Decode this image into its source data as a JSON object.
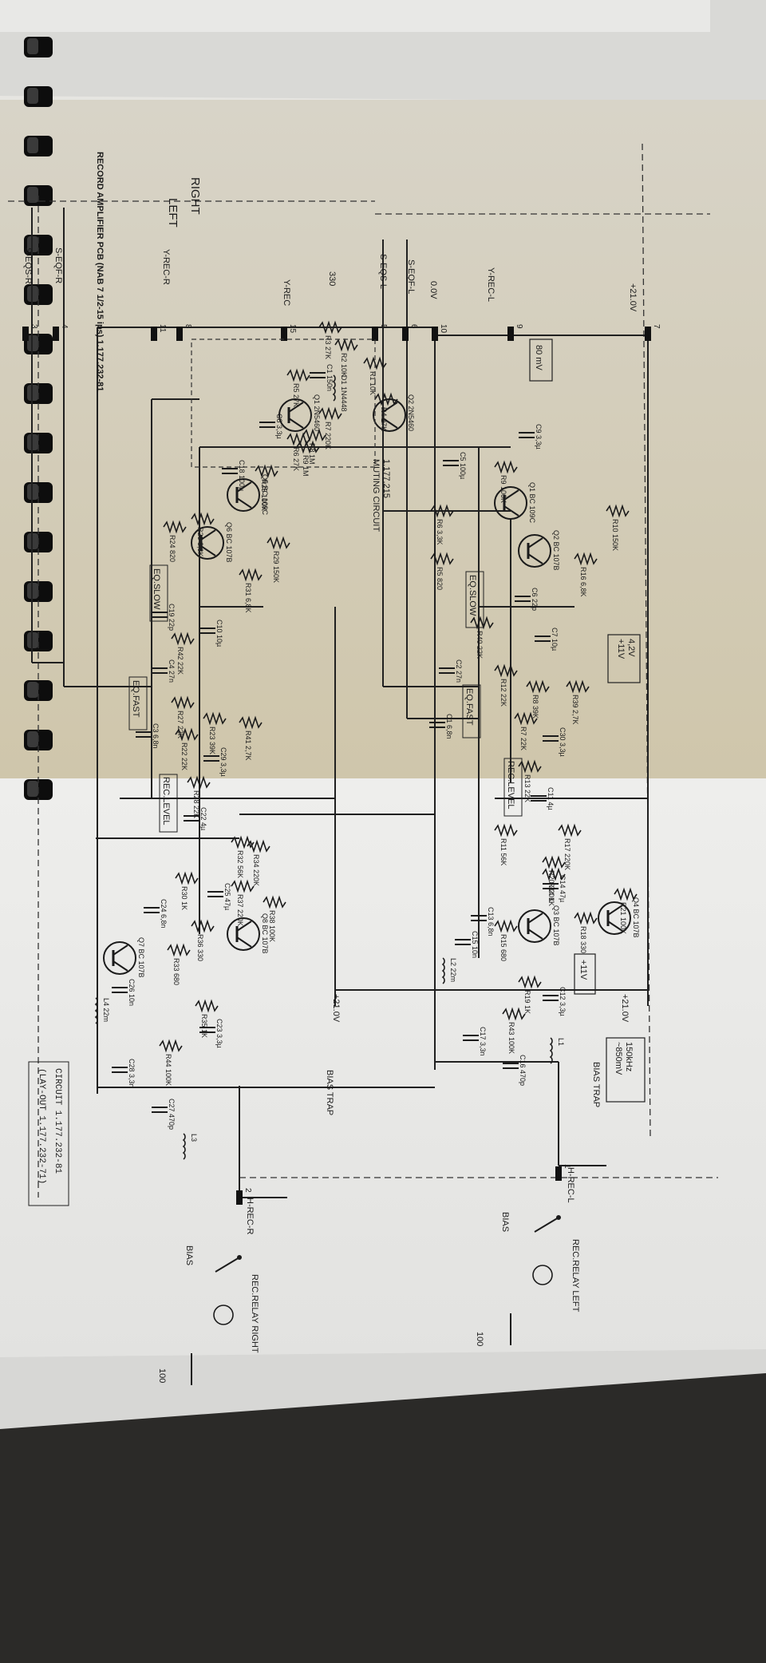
{
  "sheet": {
    "title": "RECORD AMPLIFIER PCB (NAB 7 1/2-15 ips) 1.177.232-81",
    "channel_left": "LEFT",
    "channel_right": "RIGHT"
  },
  "rails": {
    "plus21_top": "+21.0V",
    "plus21_right": "+21.0V",
    "plus21_lower": "+21.0V",
    "zero_v": "0.0V"
  },
  "inputs": {
    "y_rec_l": "Y-REC-L",
    "y_rec": "Y-REC",
    "y_rec_r": "Y-REC-R",
    "s_eqf_l": "S-EQF-L",
    "s_eqs_l": "S-EQS-L",
    "s_eqf_r": "S-EQF-R",
    "s_eqs_r": "S-EQS-R",
    "r330": "330"
  },
  "pins": [
    "7",
    "9",
    "10",
    "6",
    "5",
    "15",
    "8",
    "11",
    "4",
    "3",
    "1",
    "2"
  ],
  "annotations": {
    "level": "80 mV",
    "v_ref": "+11V\n4,2V",
    "v_11": "+11V",
    "bias_trap_freq": "~850mV\n150kHz",
    "bias_trap": "BIAS TRAP",
    "bias_trap_r": "BIAS TRAP",
    "muting": "MUTING CIRCUIT\n1.177.215",
    "eq_slow": "EQ.SLOW",
    "eq_fast": "EQ.FAST",
    "rec_level": "REC.LEVEL",
    "h_rec_l": "H-REC-L",
    "h_rec_r": "H-REC-R",
    "bias": "BIAS",
    "relay_left": "REC.RELAY LEFT",
    "relay_right": "REC.RELAY RIGHT",
    "r100": "100",
    "circuit_no": "CIRCUIT   1.177.232-81",
    "layout_no": "(LAY-OUT  1.177.232-71)"
  },
  "components_left": [
    {
      "ref": "R10",
      "val": "150K"
    },
    {
      "ref": "R16",
      "val": "6,8K"
    },
    {
      "ref": "C9",
      "val": "3,3µ"
    },
    {
      "ref": "R9",
      "val": "100K"
    },
    {
      "ref": "C5",
      "val": "100µ"
    },
    {
      "ref": "R6",
      "val": "3,3K"
    },
    {
      "ref": "R5",
      "val": "820"
    },
    {
      "ref": "Q1",
      "val": "BC 109C"
    },
    {
      "ref": "Q2",
      "val": "BC 107B"
    },
    {
      "ref": "C6",
      "val": "22p"
    },
    {
      "ref": "C7",
      "val": "10µ"
    },
    {
      "ref": "R40",
      "val": "22K"
    },
    {
      "ref": "C2",
      "val": "27n"
    },
    {
      "ref": "R12",
      "val": "22K"
    },
    {
      "ref": "R8",
      "val": "39K"
    },
    {
      "ref": "R39",
      "val": "2,7K"
    },
    {
      "ref": "R7",
      "val": "22K"
    },
    {
      "ref": "C1",
      "val": "6,8n"
    },
    {
      "ref": "C30",
      "val": "3,3µ"
    },
    {
      "ref": "R13",
      "val": "22K"
    },
    {
      "ref": "C11",
      "val": "4µ"
    },
    {
      "ref": "R11",
      "val": "56K"
    },
    {
      "ref": "R17",
      "val": "220K"
    },
    {
      "ref": "R20",
      "val": "220K"
    },
    {
      "ref": "C14",
      "val": "47µ"
    },
    {
      "ref": "R21",
      "val": "100K"
    },
    {
      "ref": "Q4",
      "val": "BC 107B"
    },
    {
      "ref": "R18",
      "val": "330"
    },
    {
      "ref": "R14",
      "val": "1K"
    },
    {
      "ref": "Q3",
      "val": "BC 107B"
    },
    {
      "ref": "R15",
      "val": "680"
    },
    {
      "ref": "C13",
      "val": "6,8n"
    },
    {
      "ref": "C15",
      "val": "10n"
    },
    {
      "ref": "L2",
      "val": "22m"
    },
    {
      "ref": "R19",
      "val": "1K"
    },
    {
      "ref": "C12",
      "val": "3,3µ"
    },
    {
      "ref": "R43",
      "val": "100K"
    },
    {
      "ref": "C17",
      "val": "3,3n"
    },
    {
      "ref": "C16",
      "val": "470p"
    },
    {
      "ref": "L1",
      "val": ""
    }
  ],
  "components_muting": [
    {
      "ref": "R1",
      "val": "10K"
    },
    {
      "ref": "Q2",
      "val": "2N5460"
    },
    {
      "ref": "R4",
      "val": "27K"
    },
    {
      "ref": "D1",
      "val": "1N4448"
    },
    {
      "ref": "C1",
      "val": "150n"
    },
    {
      "ref": "R7",
      "val": "220K"
    },
    {
      "ref": "R2",
      "val": "10K"
    },
    {
      "ref": "R3",
      "val": "27K"
    },
    {
      "ref": "Q1",
      "val": "2N5460"
    },
    {
      "ref": "R8",
      "val": "1M"
    },
    {
      "ref": "R5",
      "val": "27K"
    },
    {
      "ref": "R6",
      "val": "27K"
    },
    {
      "ref": "R9",
      "val": "1M"
    }
  ],
  "components_right": [
    {
      "ref": "C8",
      "val": "3,3µ"
    },
    {
      "ref": "R25",
      "val": "100K"
    },
    {
      "ref": "C18",
      "val": "100µ"
    },
    {
      "ref": "Q5",
      "val": "BC 109C"
    },
    {
      "ref": "R26",
      "val": "3,3K"
    },
    {
      "ref": "R24",
      "val": "820"
    },
    {
      "ref": "R29",
      "val": "150K"
    },
    {
      "ref": "Q6",
      "val": "BC 107B"
    },
    {
      "ref": "R31",
      "val": "6,8K"
    },
    {
      "ref": "C19",
      "val": "22p"
    },
    {
      "ref": "R42",
      "val": "22K"
    },
    {
      "ref": "C10",
      "val": "10µ"
    },
    {
      "ref": "C4",
      "val": "27n"
    },
    {
      "ref": "R27",
      "val": "22K"
    },
    {
      "ref": "R23",
      "val": "39K"
    },
    {
      "ref": "R41",
      "val": "2,7K"
    },
    {
      "ref": "R22",
      "val": "22K"
    },
    {
      "ref": "C3",
      "val": "6,8n"
    },
    {
      "ref": "C29",
      "val": "3,3µ"
    },
    {
      "ref": "R28",
      "val": "22K"
    },
    {
      "ref": "C22",
      "val": "4µ"
    },
    {
      "ref": "R34",
      "val": "220K"
    },
    {
      "ref": "R32",
      "val": "56K"
    },
    {
      "ref": "R37",
      "val": "220K"
    },
    {
      "ref": "R38",
      "val": "100K"
    },
    {
      "ref": "C25",
      "val": "47µ"
    },
    {
      "ref": "Q8",
      "val": "BC 107B"
    },
    {
      "ref": "R30",
      "val": "1K"
    },
    {
      "ref": "R36",
      "val": "330"
    },
    {
      "ref": "C24",
      "val": "6,8n"
    },
    {
      "ref": "R33",
      "val": "680"
    },
    {
      "ref": "Q7",
      "val": "BC 107B"
    },
    {
      "ref": "C26",
      "val": "10n"
    },
    {
      "ref": "L4",
      "val": "22m"
    },
    {
      "ref": "R35",
      "val": "1K"
    },
    {
      "ref": "C23",
      "val": "3,3µ"
    },
    {
      "ref": "R44",
      "val": "100K"
    },
    {
      "ref": "C28",
      "val": "3,3n"
    },
    {
      "ref": "C27",
      "val": "470p"
    },
    {
      "ref": "L3",
      "val": ""
    }
  ]
}
